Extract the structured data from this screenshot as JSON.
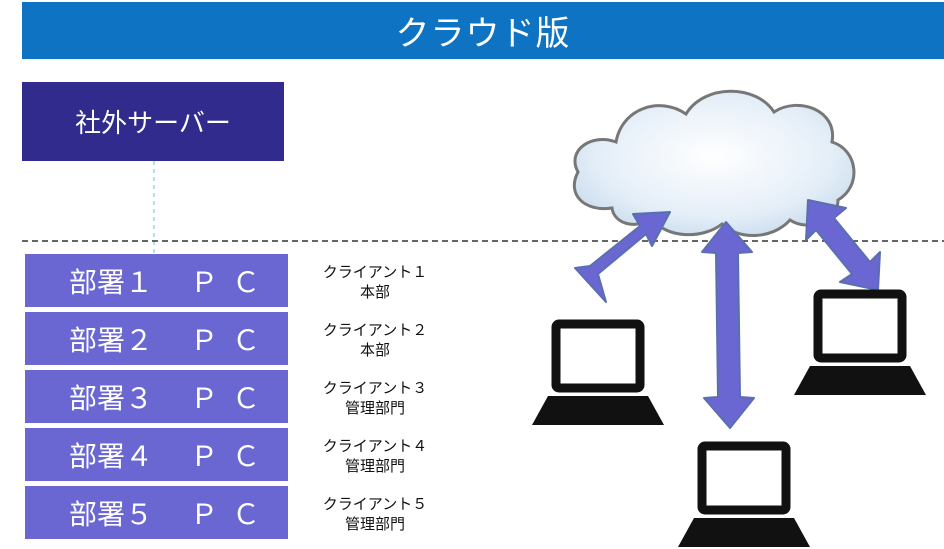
{
  "banner": {
    "title": "クラウド版"
  },
  "server": {
    "label": "社外サーバー"
  },
  "rows": [
    {
      "dept": "部署１",
      "pc": "ＰＣ",
      "client": "クライアント１",
      "location": "本部"
    },
    {
      "dept": "部署２",
      "pc": "ＰＣ",
      "client": "クライアント２",
      "location": "本部"
    },
    {
      "dept": "部署３",
      "pc": "ＰＣ",
      "client": "クライアント３",
      "location": "管理部門"
    },
    {
      "dept": "部署４",
      "pc": "ＰＣ",
      "client": "クライアント４",
      "location": "管理部門"
    },
    {
      "dept": "部署５",
      "pc": "ＰＣ",
      "client": "クライアント５",
      "location": "管理部門"
    }
  ],
  "colors": {
    "banner": "#0e73c2",
    "server_box": "#302b8d",
    "pc_row": "#6a66d2",
    "arrow": "#6a66d2",
    "divider": "#333333"
  },
  "icons": [
    "cloud-icon",
    "laptop-icon",
    "bidirectional-arrow-icon"
  ]
}
